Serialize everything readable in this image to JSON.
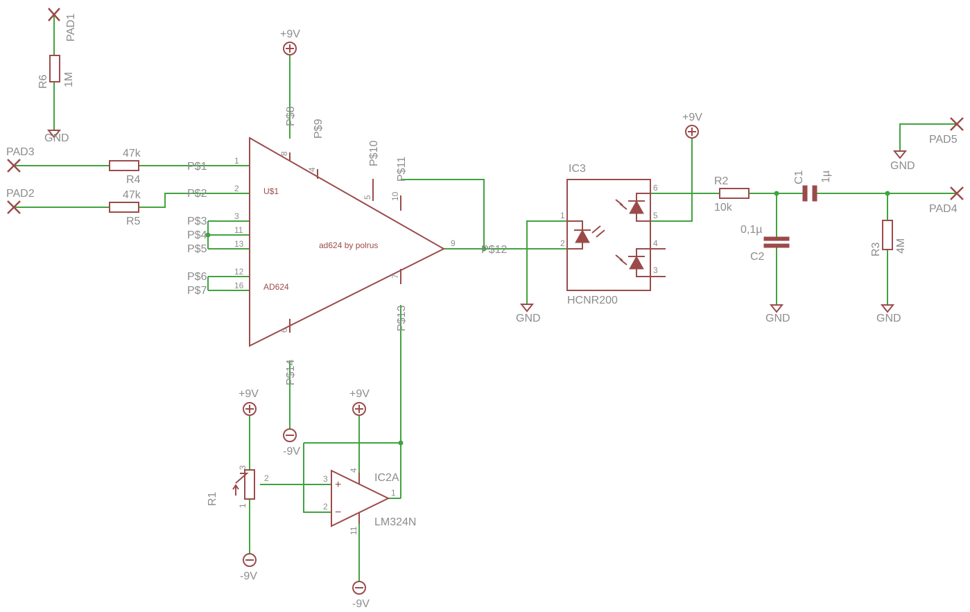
{
  "pads": {
    "pad1": "PAD1",
    "pad2": "PAD2",
    "pad3": "PAD3",
    "pad4": "PAD4",
    "pad5": "PAD5"
  },
  "resistors": {
    "r1": {
      "name": "R1"
    },
    "r2": {
      "name": "R2",
      "value": "10k"
    },
    "r3": {
      "name": "R3",
      "value": "4M"
    },
    "r4": {
      "name": "R4",
      "value": "47k"
    },
    "r5": {
      "name": "R5",
      "value": "47k"
    },
    "r6": {
      "name": "R6",
      "value": "1M"
    }
  },
  "capacitors": {
    "c1": {
      "name": "C1",
      "value": "1µ"
    },
    "c2": {
      "name": "C2",
      "value": "0,1µ"
    }
  },
  "power": {
    "plus9v": "+9V",
    "minus9v": "-9V",
    "gnd": "GND"
  },
  "ad624": {
    "name": "U$1",
    "part": "AD624",
    "caption": "ad624 by polrus",
    "pins": {
      "p1": "1",
      "p2": "2",
      "p3": "3",
      "p11": "11",
      "p13": "13",
      "p12": "12",
      "p16": "16",
      "p8": "8",
      "p4": "4",
      "p5": "5",
      "p10": "10",
      "p9": "9",
      "p6": "6",
      "p7": "7"
    }
  },
  "nets": {
    "ps1": "P$1",
    "ps2": "P$2",
    "ps3": "P$3",
    "ps4": "P$4",
    "ps5": "P$5",
    "ps6": "P$6",
    "ps7": "P$7",
    "ps8": "P$8",
    "ps9": "P$9",
    "ps10": "P$10",
    "ps11": "P$11",
    "ps12": "P$12",
    "ps13": "P$13",
    "ps14": "P$14"
  },
  "ic3": {
    "name": "IC3",
    "part": "HCNR200",
    "pins": {
      "p1": "1",
      "p2": "2",
      "p3": "3",
      "p4": "4",
      "p5": "5",
      "p6": "6"
    }
  },
  "ic2a": {
    "name": "IC2A",
    "part": "LM324N",
    "pins": {
      "p1": "1",
      "p2": "2",
      "p3": "3",
      "p4": "4",
      "p11": "11"
    },
    "plus": "+",
    "minus": "−"
  },
  "r1pins": {
    "p1": "1",
    "p2": "2",
    "p3": "3"
  }
}
